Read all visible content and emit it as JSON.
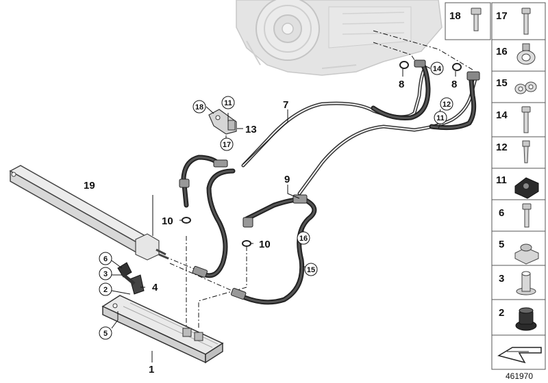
{
  "callouts": {
    "c1": "1",
    "c2": "2",
    "c3": "3",
    "c4": "4",
    "c5": "5",
    "c6": "6",
    "c7": "7",
    "c8a": "8",
    "c8b": "8",
    "c9": "9",
    "c10a": "10",
    "c10b": "10",
    "c11a": "11",
    "c11b": "11",
    "c12": "12",
    "c13": "13",
    "c14": "14",
    "c15": "15",
    "c16": "16",
    "c17": "17",
    "c18": "18",
    "c19": "19"
  },
  "parts_panel": [
    {
      "num": "18",
      "icon": "bolt-icon"
    },
    {
      "num": "17",
      "icon": "bolt-icon"
    },
    {
      "num": "16",
      "icon": "hose-clamp-icon"
    },
    {
      "num": "15",
      "icon": "double-clip-icon"
    },
    {
      "num": "14",
      "icon": "bolt-icon"
    },
    {
      "num": "12",
      "icon": "stud-bolt-icon"
    },
    {
      "num": "11",
      "icon": "bracket-clip-icon"
    },
    {
      "num": "6",
      "icon": "bolt-icon"
    },
    {
      "num": "5",
      "icon": "hex-nut-icon"
    },
    {
      "num": "3",
      "icon": "spacer-sleeve-icon"
    },
    {
      "num": "2",
      "icon": "grommet-icon"
    }
  ],
  "diagram_number": "461970"
}
